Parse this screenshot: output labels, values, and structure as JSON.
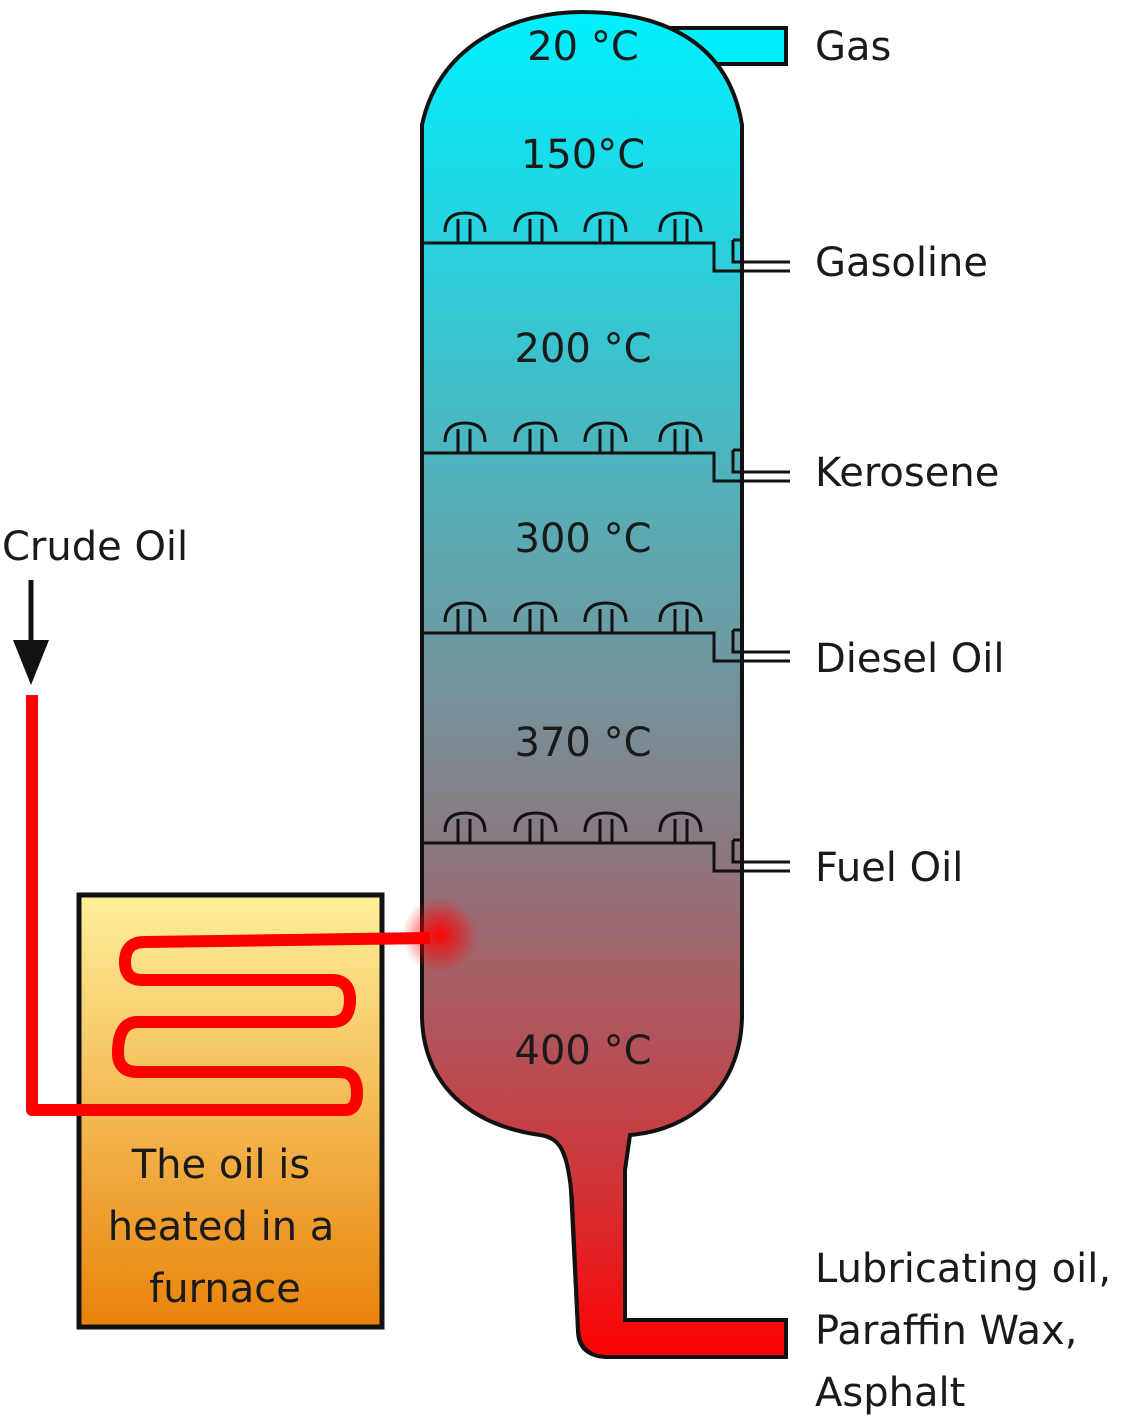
{
  "input_label": "Crude Oil",
  "furnace": {
    "lines": [
      "The oil is",
      "heated in a",
      "furnace"
    ]
  },
  "temperatures": [
    "20 °C",
    "150°C",
    "200 °C",
    "300 °C",
    "370 °C",
    "400 °C"
  ],
  "products": {
    "gas": "Gas",
    "gasoline": "Gasoline",
    "kerosene": "Kerosene",
    "diesel": "Diesel Oil",
    "fuel": "Fuel Oil",
    "residue_lines": [
      "Lubricating oil,",
      "Paraffin Wax,",
      "Asphalt"
    ]
  },
  "colors": {
    "column_top": "#00F0FF",
    "column_mid": "#7F8C8F",
    "column_bottom": "#E8262A",
    "pipe_red": "#FF0000",
    "furnace_top": "#FFF09A",
    "furnace_bottom": "#E8820A"
  }
}
